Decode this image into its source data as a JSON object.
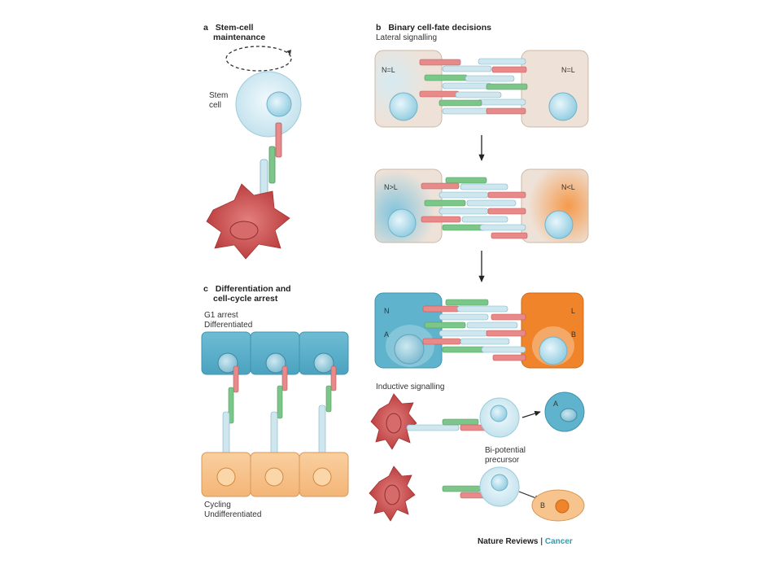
{
  "panel_a": {
    "letter": "a",
    "title_line1": "Stem-cell",
    "title_line2": "maintenance",
    "stem_label_line1": "Stem",
    "stem_label_line2": "cell"
  },
  "panel_b": {
    "letter": "b",
    "title": "Binary cell-fate decisions",
    "subtitle": "Lateral signalling",
    "row1_left": "N=L",
    "row1_right": "N=L",
    "row2_left": "N>L",
    "row2_right": "N<L",
    "row3_left_top": "N",
    "row3_left_bottom": "A",
    "row3_right_top": "L",
    "row3_right_bottom": "B",
    "inductive_title": "Inductive signalling",
    "precursor_line1": "Bi-potential",
    "precursor_line2": "precursor",
    "out_a": "A",
    "out_b": "B"
  },
  "panel_c": {
    "letter": "c",
    "title_line1": "Differentiation and",
    "title_line2": "cell-cycle arrest",
    "top_line1": "G1 arrest",
    "top_line2": "Differentiated",
    "bottom_line1": "Cycling",
    "bottom_line2": "Undifferentiated"
  },
  "credit": {
    "journal": "Nature Reviews",
    "separator": "|",
    "section": "Cancer"
  },
  "colors": {
    "notch_blue": "#cfe6ef",
    "ligand_green": "#7cc68a",
    "red_receptor": "#e88a8a",
    "niche_red": "#c94a4a",
    "fate_a_blue": "#5fb3cc",
    "fate_b_orange": "#f0842a",
    "cycling_orange": "#f7c48e",
    "cell_beige": "#eee2d8",
    "credit_cyan": "#1fa5b8"
  }
}
